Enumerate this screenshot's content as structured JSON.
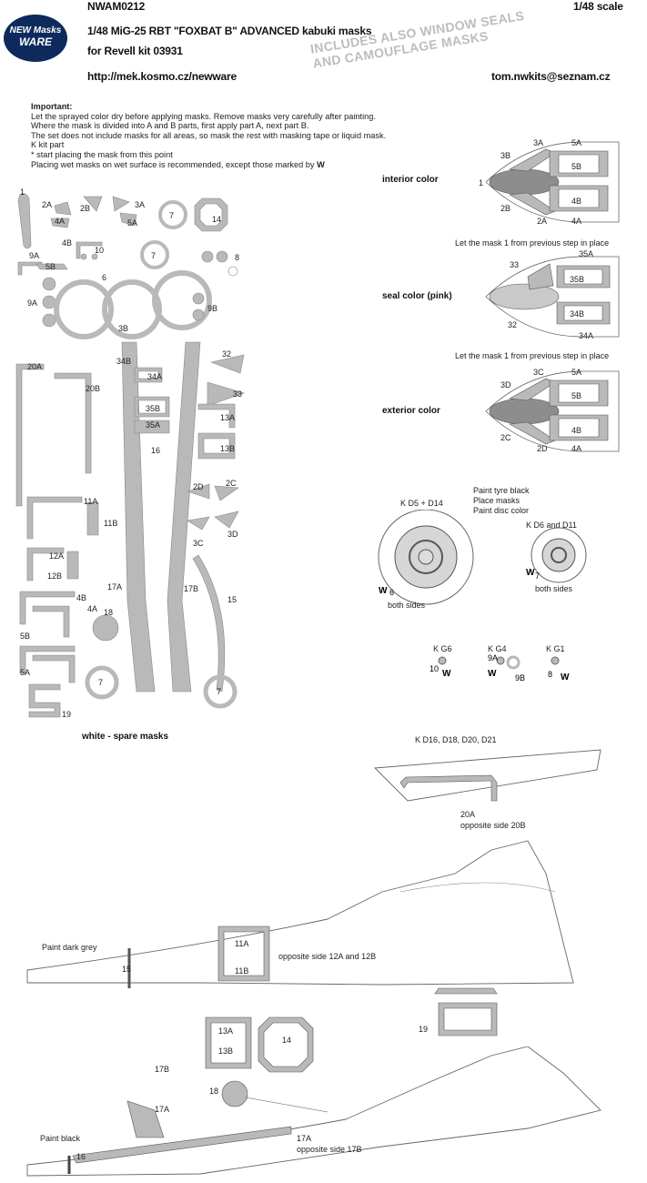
{
  "header": {
    "code": "NWAM0212",
    "scale": "1/48 scale",
    "title": "1/48  MiG-25 RBT \"FOXBAT B\" ADVANCED kabuki masks",
    "kit": "for Revell kit 03931",
    "url": "http://mek.kosmo.cz/newware",
    "email": "tom.nwkits@seznam.cz",
    "logo_line1": "NEW Masks",
    "logo_line2": "WARE",
    "stamp_line1": "INCLUDES ALSO WINDOW SEALS",
    "stamp_line2": "AND CAMOUFLAGE MASKS"
  },
  "notes": {
    "heading": "Important:",
    "line1": "Let the sprayed color dry before applying masks. Remove masks very carefully after painting.",
    "line2": "Where the mask is divided into A and B parts, first apply part A, next part B.",
    "line3": "The set does not include masks for all areas, so mask the rest with masking tape or liquid mask.",
    "line4": "K kit part",
    "line5": "*  start placing the mask from this point",
    "line6": "Placing wet masks on wet surface is recommended, except those marked by",
    "w_mark": "W"
  },
  "sheet": {
    "spare_label": "white - spare masks",
    "labels": [
      "1",
      "2A",
      "2B",
      "3A",
      "4A",
      "5A",
      "14",
      "7",
      "4B",
      "10",
      "9A",
      "5B",
      "7",
      "8",
      "6",
      "9A",
      "3B",
      "9B",
      "32",
      "34B",
      "34A",
      "33",
      "20A",
      "20B",
      "35B",
      "35A",
      "13A",
      "16",
      "13B",
      "2D",
      "2C",
      "11A",
      "11B",
      "3D",
      "3C",
      "12A",
      "12B",
      "17A",
      "17B",
      "15",
      "4B",
      "4A",
      "18",
      "5B",
      "5A",
      "7",
      "7",
      "19"
    ]
  },
  "steps": {
    "interior": "interior color",
    "seal": "seal color (pink)",
    "exterior": "exterior color",
    "let_mask_1": "Let the mask 1 from previous step in place",
    "let_mask_2": "Let the mask 1 from previous step in place"
  },
  "canopy1": [
    "3B",
    "3A",
    "5A",
    "5B",
    "4B",
    "1",
    "2B",
    "2A",
    "4A"
  ],
  "canopy2": [
    "35A",
    "33",
    "35B",
    "34B",
    "32",
    "34A"
  ],
  "canopy3": [
    "3C",
    "5A",
    "3D",
    "5B",
    "4B",
    "2C",
    "2D",
    "4A"
  ],
  "wheels": {
    "paint1": "Paint tyre black",
    "paint2": "Place masks",
    "paint3": "Paint disc color",
    "main": "K D5 + D14",
    "main_w": "W",
    "main_num": "6",
    "main_sides": "both sides",
    "nose": "K D6 and D11",
    "nose_w": "W",
    "nose_num": "7",
    "nose_sides": "both sides"
  },
  "small": {
    "g6": "K G6",
    "g6_num": "10",
    "g4": "K G4",
    "g4_9a": "9A",
    "g4_9b": "9B",
    "g1": "K G1",
    "g1_num": "8",
    "w": "W"
  },
  "wing": {
    "parts": "K D16, D18, D20, D21",
    "label": "20A",
    "opposite": "opposite side 20B"
  },
  "fuselage_top": {
    "paint": "Paint dark grey",
    "n15": "15",
    "n11a": "11A",
    "n11b": "11B",
    "opposite": "opposite side 12A and 12B",
    "n19": "19"
  },
  "fuselage_bottom": {
    "n13a": "13A",
    "n13b": "13B",
    "n14": "14",
    "n17b": "17B",
    "n17a": "17A",
    "n18": "18",
    "paint": "Paint black",
    "n16": "16",
    "label17a": "17A",
    "opposite": "opposite side 17B"
  },
  "colors": {
    "mask_grey": "#b9b9b9",
    "outline": "#555555",
    "logo_blue": "#0e2a5c",
    "stamp_grey": "#bdbdbd"
  }
}
